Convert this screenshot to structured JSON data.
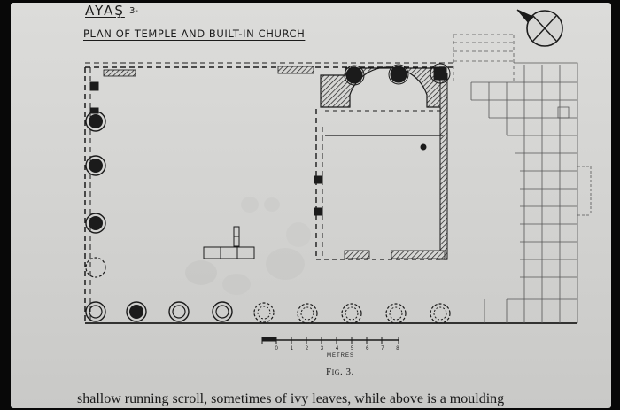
{
  "site_title": "AYAŞ",
  "site_subtitle": "3-",
  "plan_title": "PLAN OF TEMPLE AND BUILT-IN CHURCH",
  "scale": {
    "label": "METRES",
    "ticks": [
      "0",
      "1",
      "2",
      "3",
      "4",
      "5",
      "6",
      "7",
      "8"
    ]
  },
  "figure_caption": "Fig. 3.",
  "body_text": "shallow running scroll, sometimes of ivy leaves, while above is a moulding",
  "colors": {
    "ink": "#1b1b1b",
    "paper": "#d6d6d4",
    "frame": "#080808"
  }
}
